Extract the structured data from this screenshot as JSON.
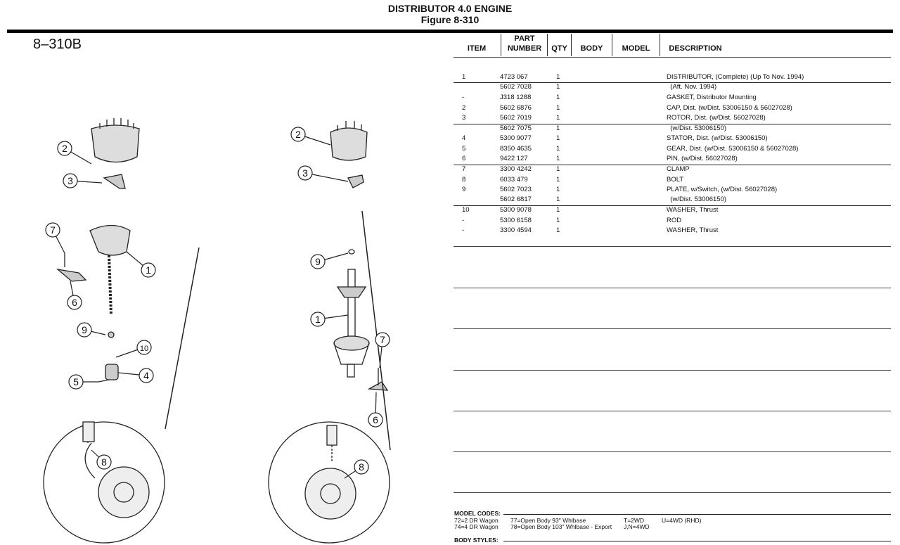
{
  "title": "DISTRIBUTOR 4.0 ENGINE",
  "figure": "Figure   8-310",
  "figure_id": "8–310B",
  "headers": {
    "item": "ITEM",
    "part1": "PART",
    "part2": "NUMBER",
    "qty": "QTY",
    "body": "BODY",
    "model": "MODEL",
    "desc": "DESCRIPTION"
  },
  "rows": [
    {
      "item": "1",
      "part": "4723 067",
      "qty": "1",
      "desc": "DISTRIBUTOR, (Complete) (Up To Nov. 1994)"
    },
    {
      "item": "",
      "part": "5602 7028",
      "qty": "1",
      "desc": "  (Aft. Nov. 1994)"
    },
    {
      "item": "-",
      "part": "J318 1288",
      "qty": "1",
      "desc": "GASKET, Distributor Mounting"
    },
    {
      "item": "2",
      "part": "5602 6876",
      "qty": "1",
      "desc": "CAP, Dist. (w/Dist. 53006150 & 56027028)"
    },
    {
      "item": "3",
      "part": "5602 7019",
      "qty": "1",
      "desc": "ROTOR, Dist. (w/Dist. 56027028)"
    },
    {
      "item": "",
      "part": "5602 7075",
      "qty": "1",
      "desc": "  (w/Dist. 53006150)"
    },
    {
      "item": "4",
      "part": "5300 9077",
      "qty": "1",
      "desc": "STATOR, Dist. (w/Dist. 53006150)"
    },
    {
      "item": "5",
      "part": "8350 4635",
      "qty": "1",
      "desc": "GEAR, Dist. (w/Dist. 53006150 & 56027028)"
    },
    {
      "item": "6",
      "part": "9422 127",
      "qty": "1",
      "desc": "PIN, (w/Dist. 56027028)"
    },
    {
      "item": "7",
      "part": "3300 4242",
      "qty": "1",
      "desc": "CLAMP"
    },
    {
      "item": "8",
      "part": "6033 479",
      "qty": "1",
      "desc": "BOLT"
    },
    {
      "item": "9",
      "part": "5602 7023",
      "qty": "1",
      "desc": "PLATE, w/Switch, (w/Dist. 56027028)"
    },
    {
      "item": "",
      "part": "5602 6817",
      "qty": "1",
      "desc": "  (w/Dist. 53006150)"
    },
    {
      "item": "10",
      "part": "5300 9078",
      "qty": "1",
      "desc": "WASHER, Thrust"
    },
    {
      "item": "-",
      "part": "5300 6158",
      "qty": "1",
      "desc": "ROD"
    },
    {
      "item": "-",
      "part": "3300 4594",
      "qty": "1",
      "desc": "WASHER, Thrust"
    }
  ],
  "footer": {
    "model_codes": "MODEL CODES:",
    "c1a": "72=2 DR Wagon",
    "c1b": "74=4 DR Wagon",
    "c2a": "77=Open Body 93\" Whlbase",
    "c2b": "78=Open Body 103\" Whlbase - Export",
    "c3a": "T=2WD",
    "c3b": "J,N=4WD",
    "c4a": "U=4WD (RHD)",
    "body_styles": "BODY STYLES:"
  },
  "callouts_left": [
    "2",
    "3",
    "7",
    "1",
    "6",
    "9",
    "10",
    "4",
    "5",
    "8"
  ],
  "callouts_right": [
    "2",
    "3",
    "9",
    "1",
    "7",
    "6",
    "8"
  ]
}
